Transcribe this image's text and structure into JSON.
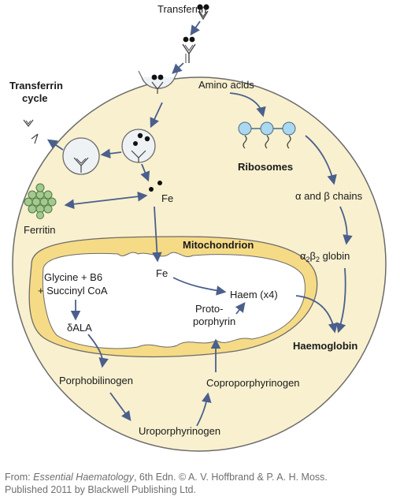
{
  "colors": {
    "cell_fill": "#f8f0cf",
    "cell_stroke": "#6b6b6b",
    "mito_fill": "#f6db86",
    "arrow": "#4a5f8c",
    "ribosome": "#a9d8ef",
    "ferritin": "#a4c98f",
    "credit_text": "#6f6f6f"
  },
  "labels": {
    "transferrin": "Transferrin",
    "transferrin_cycle_1": "Transferrin",
    "transferrin_cycle_2": "cycle",
    "amino_acids": "Amino acids",
    "ribosomes": "Ribosomes",
    "alpha_beta_chains": "α and β chains",
    "globin_a": "α",
    "globin_a_sub": "2",
    "globin_b": "β",
    "globin_b_sub": "2",
    "globin_word": " globin",
    "fe_top": "Fe",
    "ferritin": "Ferritin",
    "mitochondrion": "Mitochondrion",
    "fe_mito": "Fe",
    "glycine": "Glycine + B6",
    "succinyl": "+ Succinyl CoA",
    "dala": "δALA",
    "haem": "Haem (x4)",
    "proto_1": "Proto-",
    "proto_2": "porphyrin",
    "haemoglobin": "Haemoglobin",
    "porphobilinogen": "Porphobilinogen",
    "coproporphyrinogen": "Coproporphyrinogen",
    "uroporphyrinogen": "Uroporphyrinogen"
  },
  "credit": {
    "from": "From: ",
    "book": "Essential Haematology",
    "rest": ", 6th Edn. © A. V. Hoffbrand & P. A. H. Moss.",
    "line2": "Published 2011 by Blackwell Publishing Ltd."
  }
}
